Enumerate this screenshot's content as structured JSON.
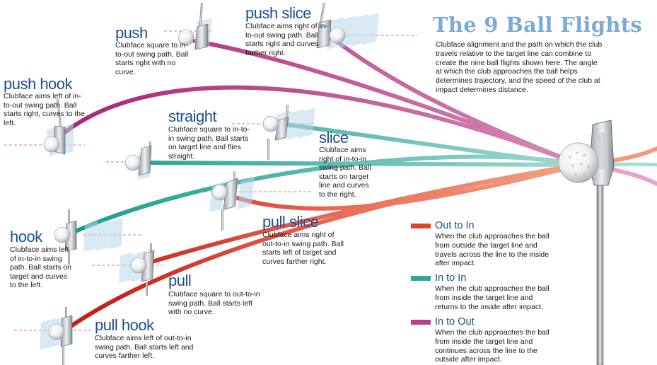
{
  "title": "The 9 Ball Flights",
  "intro": "Clubface alignment and the path on which the club travels relative to the target line can combine to create the nine ball flights shown here. The angle at which the club approaches the ball helps determines trajectory, and the speed of the club at impact determines distance.",
  "colors": {
    "out_to_in": "#e0432b",
    "in_to_in": "#2fa89a",
    "in_to_out": "#c23a8c",
    "title_blue": "#7aaad6",
    "label_blue": "#1e4e8c"
  },
  "flights": [
    {
      "name": "push slice",
      "description": "Clubface aims right of in-to-out swing path. Ball starts right and curves farther right.",
      "path": "in-to-out"
    },
    {
      "name": "push",
      "description": "Clubface square to in-to-out swing path. Ball starts right with no curve.",
      "path": "in-to-out"
    },
    {
      "name": "push hook",
      "description": "Clubface aims left of in-to-out swing path. Ball starts right, curves to the left.",
      "path": "in-to-out"
    },
    {
      "name": "straight",
      "description": "Clubface square to in-to-in swing path. Ball starts on target line and flies straight.",
      "path": "in-to-in"
    },
    {
      "name": "slice",
      "description": "Clubface aims right of in-to-in swing path. Ball starts on target line and curves to the right.",
      "path": "in-to-in"
    },
    {
      "name": "hook",
      "description": "Clubface aims left of in-to-in swing path. Ball starts on target and curves to the left.",
      "path": "in-to-in"
    },
    {
      "name": "pull slice",
      "description": "Clubface aims right of out-to-in swing path. Ball starts left of target and curves farther right.",
      "path": "out-to-in"
    },
    {
      "name": "pull",
      "description": "Clubface square to out-to-in swing path. Ball starts left with no curve.",
      "path": "out-to-in"
    },
    {
      "name": "pull hook",
      "description": "Clubface aims left of out-to-in swing path. Ball starts left and curves farther left.",
      "path": "out-to-in"
    }
  ],
  "legend": [
    {
      "label": "Out to In",
      "color": "#e0432b",
      "description": "When the club approaches the ball from outside the target line and travels across the line to the inside after impact."
    },
    {
      "label": "In to In",
      "color": "#2fa89a",
      "description": "When the club approaches the ball from inside the target line and returns to the inside after impact."
    },
    {
      "label": "In to Out",
      "color": "#c23a8c",
      "description": "When the club approaches the ball from inside the target line and continues across the line to the outside after impact."
    }
  ]
}
